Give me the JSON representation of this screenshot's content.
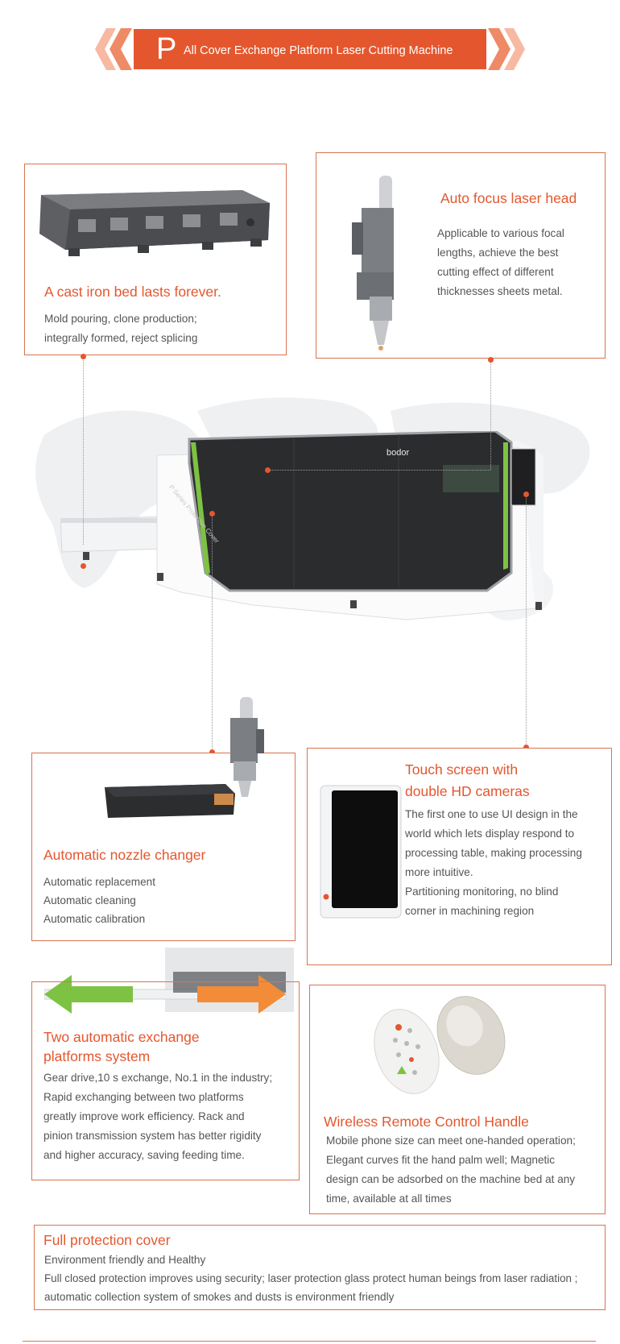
{
  "banner": {
    "letter": "P",
    "title": "All Cover Exchange Platform Laser Cutting Machine"
  },
  "brand": {
    "logo": "bodor",
    "side_text": "P Series Protective Cover"
  },
  "features": {
    "bed": {
      "title": "A cast iron bed lasts forever.",
      "lines": [
        "Mold pouring, clone production;",
        "integrally formed, reject splicing"
      ]
    },
    "laser_head": {
      "title": "Auto focus laser head",
      "lines": [
        "Applicable to various focal",
        "lengths, achieve the best",
        "cutting effect of different",
        "thicknesses sheets metal."
      ]
    },
    "nozzle": {
      "title": "Automatic nozzle changer",
      "lines": [
        "Automatic replacement",
        "Automatic cleaning",
        "Automatic calibration"
      ]
    },
    "touch": {
      "title_lines": [
        "Touch screen with",
        "double HD cameras"
      ],
      "lines": [
        "The first one to use UI design in the",
        "world which lets display respond to",
        "processing table, making processing",
        "more intuitive.",
        "Partitioning monitoring, no blind",
        "corner in machining region"
      ]
    },
    "exchange": {
      "title_lines": [
        "Two automatic exchange",
        "platforms system"
      ],
      "lines": [
        "Gear drive,10 s exchange, No.1 in the industry;",
        "Rapid exchanging between two platforms",
        "greatly improve work efficiency. Rack and",
        "pinion transmission system has better rigidity",
        "and higher accuracy, saving feeding time."
      ]
    },
    "remote": {
      "title": "Wireless Remote Control Handle",
      "lines": [
        "Mobile phone size can meet one-handed operation;",
        "Elegant curves fit the hand palm well; Magnetic",
        "design can be adsorbed on the machine bed at any",
        "time, available at all times"
      ]
    },
    "cover": {
      "title": "Full protection cover",
      "lines": [
        "Environment friendly and Healthy",
        "Full closed protection improves using security; laser protection glass protect human beings from laser radiation ;",
        "automatic collection system of smokes and dusts is environment friendly"
      ]
    }
  },
  "colors": {
    "accent": "#e4572e",
    "accent_light": "#f4a58a",
    "border": "#d9734f",
    "arrow_green": "#7dc242",
    "arrow_orange": "#f28c38"
  }
}
